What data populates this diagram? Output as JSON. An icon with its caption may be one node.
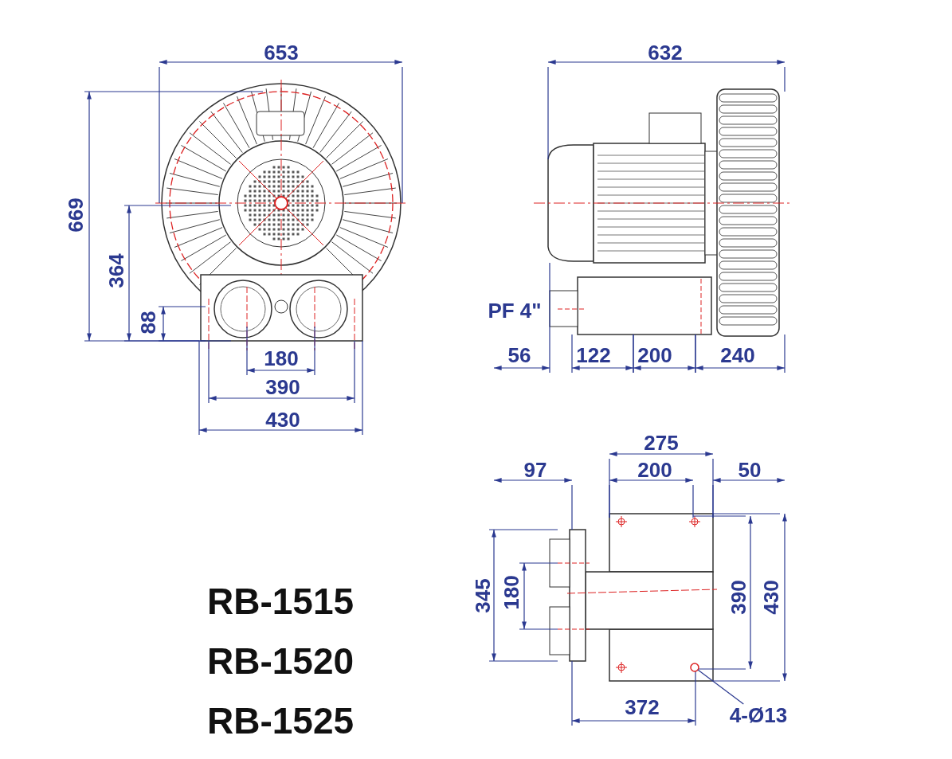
{
  "diagram": {
    "nodes": [
      {
        "text": [
          "4-Ø13"
        ]
      },
      {
        "text": [],
        "shape": "circle"
      }
    ],
    "edges": [
      {
        "from": 0,
        "to": 1,
        "arrow": "none"
      }
    ],
    "labels": [
      "653",
      "632",
      "669",
      "364",
      "PF 4\"",
      "88",
      "180",
      "56",
      "122",
      "200",
      "240",
      "390",
      "430",
      "275",
      "97",
      "200",
      "50",
      "RB-1515",
      "345",
      "180",
      "390",
      "430",
      "RB-1520",
      "372",
      "RB-1525"
    ]
  }
}
